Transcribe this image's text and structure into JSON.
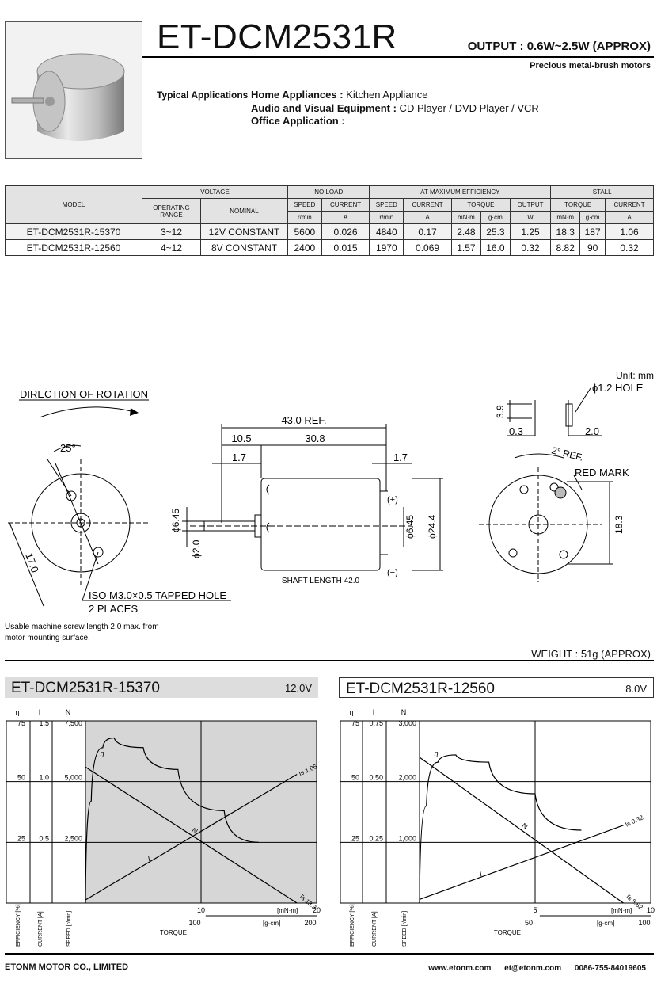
{
  "header": {
    "title": "ET-DCM2531R",
    "output": "OUTPUT : 0.6W~2.5W (APPROX)",
    "subtitle": "Precious metal-brush motors"
  },
  "applications": {
    "label": "Typical Applications",
    "lines": [
      {
        "key": "Home Appliances :",
        "value": " Kitchen Appliance"
      },
      {
        "key": "Audio and Visual Equipment :",
        "value": " CD Player / DVD Player / VCR"
      },
      {
        "key": "Office Application :",
        "value": ""
      }
    ]
  },
  "table": {
    "groups": {
      "model": "MODEL",
      "voltage": "VOLTAGE",
      "no_load": "NO LOAD",
      "max_eff": "AT MAXIMUM EFFICIENCY",
      "stall": "STALL"
    },
    "sub": {
      "op_range": "OPERATING RANGE",
      "nominal": "NOMINAL",
      "speed": "SPEED",
      "current": "CURRENT",
      "torque": "TORQUE",
      "output": "OUTPUT"
    },
    "units": {
      "rmin": "r/min",
      "a": "A",
      "mnm": "mN·m",
      "gcm": "g·cm",
      "w": "W"
    },
    "rows": [
      [
        "ET-DCM2531R-15370",
        "3~12",
        "12V CONSTANT",
        "5600",
        "0.026",
        "4840",
        "0.17",
        "2.48",
        "25.3",
        "1.25",
        "18.3",
        "187",
        "1.06"
      ],
      [
        "ET-DCM2531R-12560",
        "4~12",
        "8V CONSTANT",
        "2400",
        "0.015",
        "1970",
        "0.069",
        "1.57",
        "16.0",
        "0.32",
        "8.82",
        "90",
        "0.32"
      ]
    ]
  },
  "drawing": {
    "unit": "Unit: mm",
    "direction": "DIRECTION OF ROTATION",
    "angle25": "25°",
    "dim170": "17.0",
    "tapped1": "ISO M3.0×0.5 TAPPED HOLE",
    "tapped2": "2 PLACES",
    "screw_note1": "Usable machine screw length 2.0 max. from",
    "screw_note2": "motor mounting surface.",
    "ref43": "43.0 REF.",
    "d105": "10.5",
    "d308": "30.8",
    "d17a": "1.7",
    "d17b": "1.7",
    "d645a": "ϕ6.45",
    "d20": "ϕ2.0",
    "d645b": "ϕ6.45",
    "d244": "ϕ24.4",
    "plus": "(+)",
    "minus": "(−)",
    "shaft": "SHAFT LENGTH 42.0",
    "hole12": "ϕ1.2 HOLE",
    "d39": "3.9",
    "d03": "0.3",
    "d20b": "2.0",
    "ref2": "2° REF.",
    "redmark": "RED MARK",
    "d183": "18.3",
    "weight": "WEIGHT : 51g (APPROX)"
  },
  "charts": [
    {
      "title": "ET-DCM2531R-15370",
      "voltage": "12.0V",
      "axis_heads": [
        "η",
        "I",
        "N"
      ],
      "eta_ticks": [
        "75",
        "50",
        "25"
      ],
      "i_ticks": [
        "1.5",
        "1.0",
        "0.5"
      ],
      "n_ticks": [
        "7,500",
        "5,000",
        "2,500"
      ],
      "x_mnm_ticks": [
        "10",
        "20"
      ],
      "x_gcm_ticks": [
        "100",
        "200"
      ],
      "x_mnm_unit": "[mN·m]",
      "x_gcm_unit": "[g·cm]",
      "xlabel": "TORQUE",
      "ylabels": [
        "EFFICIENCY [%]",
        "CURRENT [A]",
        "SPEED [r/min]"
      ],
      "label_eta": "η",
      "label_n": "N",
      "label_i": "I",
      "label_is": "Is 1.06",
      "label_ts": "Ts 18.3",
      "shaded": true
    },
    {
      "title": "ET-DCM2531R-12560",
      "voltage": "8.0V",
      "axis_heads": [
        "η",
        "I",
        "N"
      ],
      "eta_ticks": [
        "75",
        "50",
        "25"
      ],
      "i_ticks": [
        "0.75",
        "0.50",
        "0.25"
      ],
      "n_ticks": [
        "3,000",
        "2,000",
        "1,000"
      ],
      "x_mnm_ticks": [
        "5",
        "10"
      ],
      "x_gcm_ticks": [
        "50",
        "100"
      ],
      "x_mnm_unit": "[mN·m]",
      "x_gcm_unit": "[g·cm]",
      "xlabel": "TORQUE",
      "ylabels": [
        "EFFICIENCY [%]",
        "CURRENT [A]",
        "SPEED [r/min]"
      ],
      "label_eta": "η",
      "label_n": "N",
      "label_i": "I",
      "label_is": "Is 0.32",
      "label_ts": "Ts 8.82",
      "shaded": false
    }
  ],
  "chart_data": [
    {
      "type": "line",
      "title": "ET-DCM2531R-15370",
      "xlabel": "TORQUE [mN·m]",
      "xlim": [
        0,
        20
      ],
      "series": [
        {
          "name": "N",
          "x": [
            0,
            18.3
          ],
          "y": [
            5600,
            0
          ]
        },
        {
          "name": "I",
          "x": [
            0,
            18.3
          ],
          "y": [
            0.026,
            1.06
          ]
        },
        {
          "name": "η",
          "x": [
            0,
            0.5,
            1.5,
            2.48,
            5,
            8,
            12,
            15
          ],
          "y": [
            0,
            42,
            64,
            68,
            64,
            55,
            38,
            25
          ]
        }
      ]
    },
    {
      "type": "line",
      "title": "ET-DCM2531R-12560",
      "xlabel": "TORQUE [mN·m]",
      "xlim": [
        0,
        10
      ],
      "series": [
        {
          "name": "N",
          "x": [
            0,
            8.82
          ],
          "y": [
            2400,
            0
          ]
        },
        {
          "name": "I",
          "x": [
            0,
            8.82
          ],
          "y": [
            0.015,
            0.32
          ]
        },
        {
          "name": "η",
          "x": [
            0,
            0.3,
            0.8,
            1.57,
            3,
            5,
            7
          ],
          "y": [
            0,
            40,
            58,
            61,
            58,
            45,
            30
          ]
        }
      ]
    }
  ],
  "footer": {
    "company": "ETONM MOTOR CO., LIMITED",
    "web": "www.etonm.com",
    "email": "et@etonm.com",
    "phone": "0086-755-84019605"
  }
}
